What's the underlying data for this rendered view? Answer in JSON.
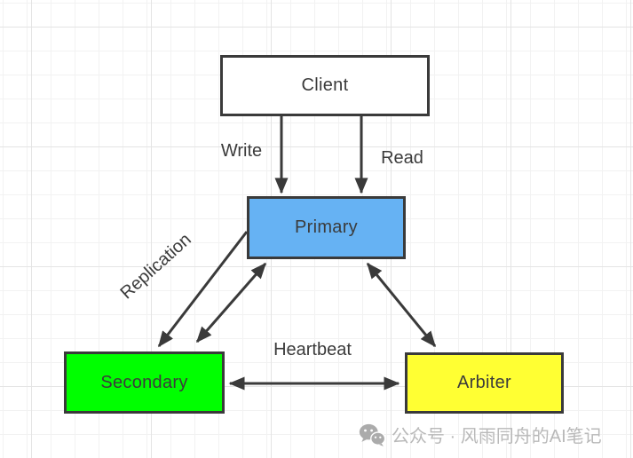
{
  "diagram": {
    "nodes": {
      "client": {
        "label": "Client",
        "fill": "#FFFFFF"
      },
      "primary": {
        "label": "Primary",
        "fill": "#66B2F3"
      },
      "secondary": {
        "label": "Secondary",
        "fill": "#00FF00"
      },
      "arbiter": {
        "label": "Arbiter",
        "fill": "#FFFF33"
      }
    },
    "edges": {
      "write": {
        "label": "Write",
        "from": "client",
        "to": "primary",
        "direction": "one-way"
      },
      "read": {
        "label": "Read",
        "from": "client",
        "to": "primary",
        "direction": "one-way"
      },
      "replication": {
        "label": "Replication",
        "from": "primary",
        "to": "secondary",
        "direction": "one-way"
      },
      "heartbeat_primary_secondary": {
        "label": "",
        "from": "primary",
        "to": "secondary",
        "direction": "two-way"
      },
      "heartbeat_primary_arbiter": {
        "label": "",
        "from": "primary",
        "to": "arbiter",
        "direction": "two-way"
      },
      "heartbeat": {
        "label": "Heartbeat",
        "from": "secondary",
        "to": "arbiter",
        "direction": "two-way"
      }
    },
    "stroke_color": "#3A3A3A",
    "text_color": "#3B3B3B",
    "grid_minor_color": "#F2F2F2",
    "grid_major_color": "#E4E4E4"
  },
  "watermark": {
    "icon": "wechat-icon",
    "text": "公众号 · 风雨同舟的AI笔记",
    "text_color": "#B9B9B9",
    "icon_color": "#ABABAB"
  }
}
